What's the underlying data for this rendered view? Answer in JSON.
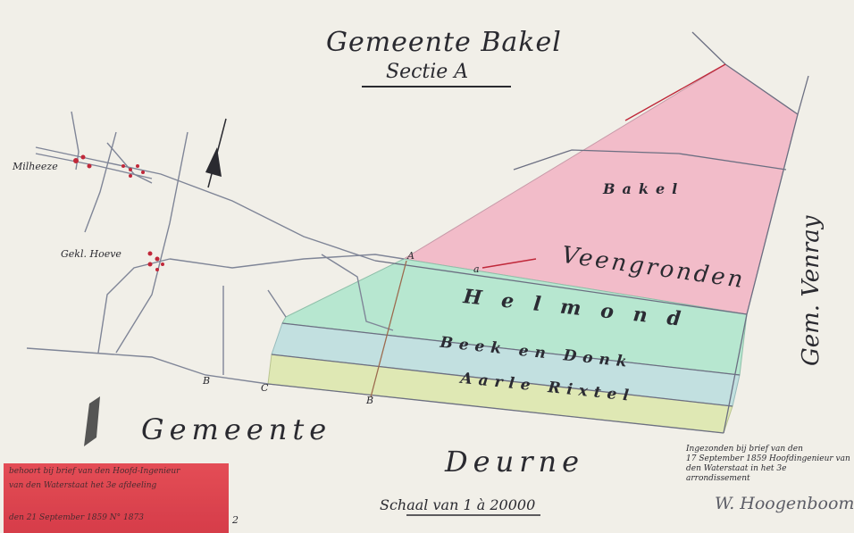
{
  "map": {
    "title": "Gemeente Bakel",
    "subtitle": "Sectie A",
    "places": {
      "milheeze": "Milheeze",
      "gekl_hoeve": "Gekl. Hoeve",
      "deurne_left": "Gemeente",
      "deurne_right": "Deurne",
      "venray": "Gem. Venray"
    },
    "zones": {
      "bakel": "Bakel",
      "veengronden": "Veengronden",
      "helmond": "Helmond",
      "beek_en_donk": "Beek en Donk",
      "aarle_rixtel": "Aarle Rixtel"
    },
    "point_letters": {
      "a_top": "A",
      "a_small": "a",
      "b_left": "B",
      "c_left": "C",
      "b_bottom": "B"
    },
    "scale": "Schaal van 1 à 20000",
    "note": {
      "line1": "Ingezonden bij brief van den",
      "line2": "17 September 1859 Hoofdingenieur van",
      "line3": "den Waterstaat in het 3e arrondissement"
    },
    "signature": "W. Hoogenboom",
    "slip": {
      "line1": "behoort bij brief van den Hoofd-Ingenieur",
      "line2": "van den Waterstaat het 3e afdeeling",
      "line3": "den 21 September 1859  N° 1873",
      "line4": "2"
    },
    "colors": {
      "bakel_zone": "#f2bcc9",
      "helmond_zone": "#b7e7d0",
      "beek_en_donk_zone": "#c2e0e0",
      "aarle_rixtel_zone": "#dfe8b4",
      "ink": "#2a2a30",
      "red_ink": "#c0283a"
    },
    "icons": [
      "north-arrow-icon",
      "settlement-icon",
      "scale-bar-icon"
    ]
  }
}
